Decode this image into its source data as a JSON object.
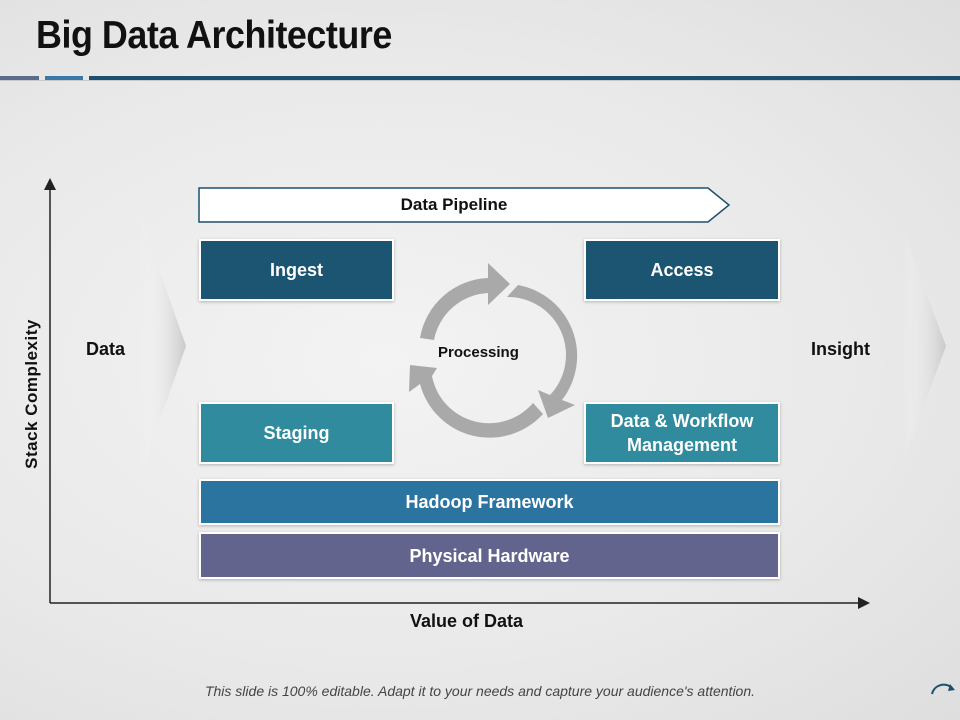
{
  "slide": {
    "title": "Big Data Architecture",
    "footer": "This slide is 100% editable. Adapt it to your needs and capture your audience's attention."
  },
  "diagram": {
    "y_axis_label": "Stack Complexity",
    "x_axis_label": "Value of Data",
    "left_label": "Data",
    "right_label": "Insight",
    "pipeline_label": "Data Pipeline",
    "cycle_label": "Processing",
    "boxes": {
      "ingest": "Ingest",
      "access": "Access",
      "staging": "Staging",
      "workflow_line1": "Data & Workflow",
      "workflow_line2": "Management",
      "hadoop": "Hadoop Framework",
      "hardware": "Physical Hardware"
    },
    "colors": {
      "ingest": "#1b5572",
      "access": "#1b5572",
      "staging": "#2f8b9d",
      "workflow": "#2f8b9d",
      "hadoop": "#2c74a0",
      "hardware": "#63648e",
      "cycle": "#a9a9a9"
    }
  }
}
